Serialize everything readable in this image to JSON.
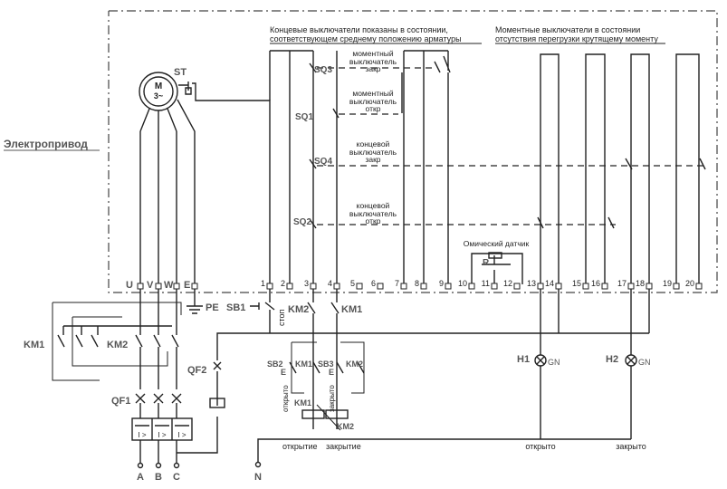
{
  "title": "Электропривод",
  "notes": {
    "limit_line1": "Концевые выключатели показаны в состоянии,",
    "limit_line2": "соответствующем среднему положению арматуры",
    "torque_line1": "Моментные выключатели в состоянии",
    "torque_line2": "отсутствия перегрузки крутящему моменту"
  },
  "motor": {
    "label_m": "M",
    "label_phase": "3~"
  },
  "labels": {
    "ST": "ST",
    "SQ3": "SQ3",
    "SQ1": "SQ1",
    "SQ4": "SQ4",
    "SQ2": "SQ2",
    "sq3_desc": [
      "моментный",
      "выключатель",
      "закр"
    ],
    "sq1_desc": [
      "моментный",
      "выключатель",
      "откр"
    ],
    "sq4_desc": [
      "концевой",
      "выключатель",
      "закр"
    ],
    "sq2_desc": [
      "концевой",
      "выключатель",
      "откр"
    ],
    "sensor": "Омический датчик",
    "R": "R",
    "U": "U",
    "V": "V",
    "W": "W",
    "E": "E",
    "PE": "PE",
    "SB1": "SB1",
    "stop": "стоп",
    "KM1": "KM1",
    "KM2": "KM2",
    "QF1": "QF1",
    "QF2": "QF2",
    "SB2": "SB2",
    "SB3": "SB3",
    "E_sb": "E",
    "open_v": "открыто",
    "close_v": "закрыто",
    "H1": "H1",
    "H2": "H2",
    "GN": "GN",
    "A": "A",
    "B": "B",
    "C": "C",
    "N": "N",
    "bottom_open_cmd": "открытие",
    "bottom_close_cmd": "закрытие",
    "bottom_open": "открыто",
    "bottom_close": "закрыто",
    "relay": "I >"
  },
  "terminals": [
    "1",
    "2",
    "3",
    "4",
    "5",
    "6",
    "7",
    "8",
    "9",
    "10",
    "11",
    "12",
    "13",
    "14",
    "15",
    "16",
    "17",
    "18",
    "19",
    "20"
  ]
}
